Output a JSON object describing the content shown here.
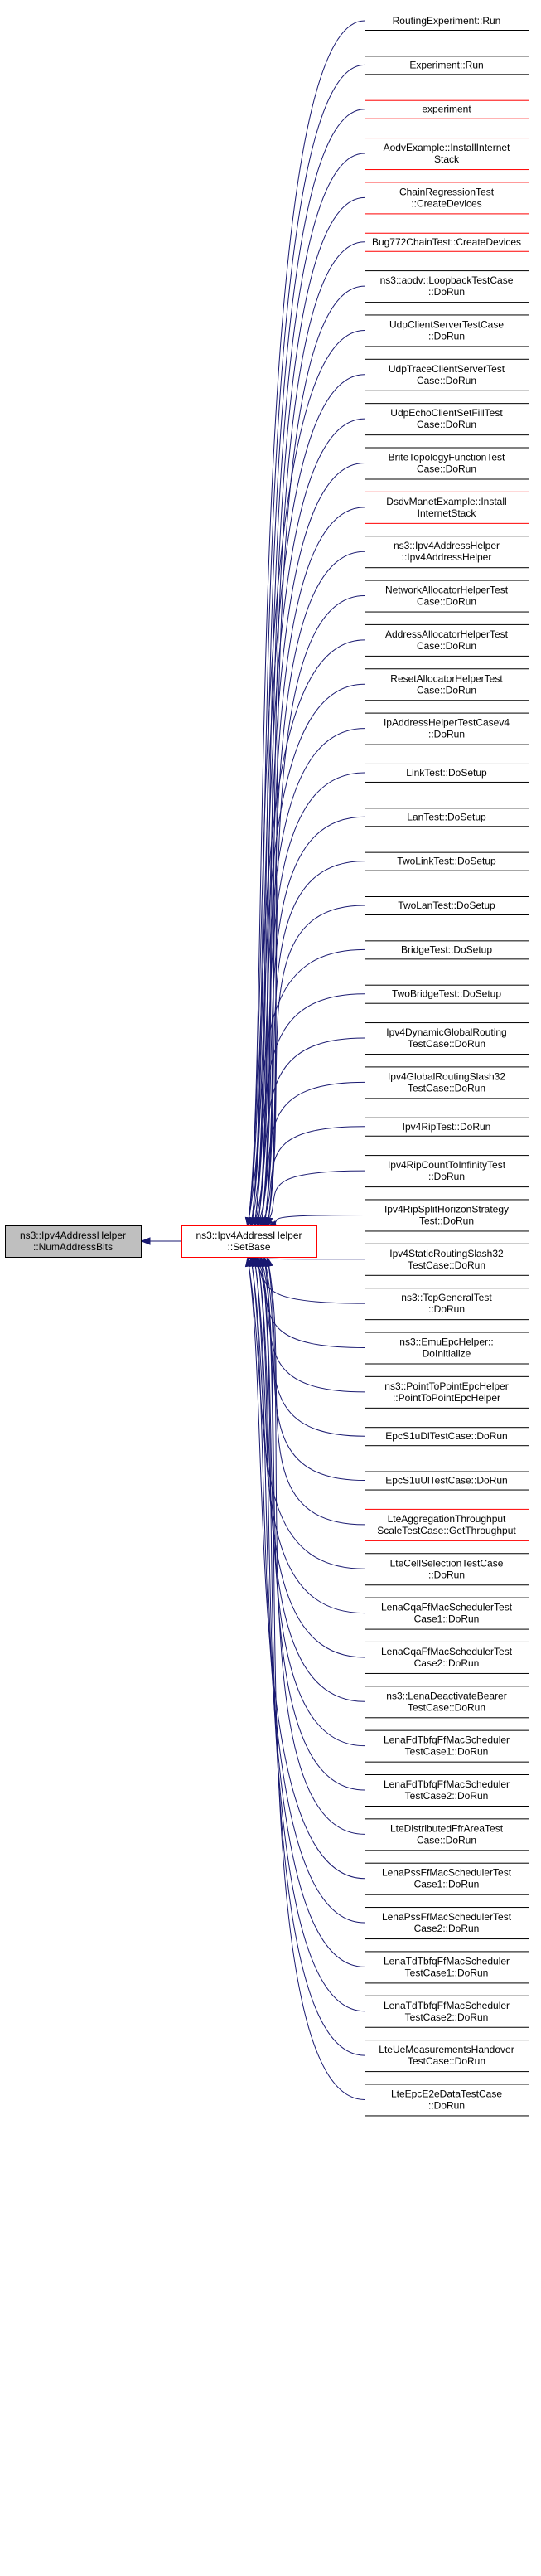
{
  "colors": {
    "edge": "#191970",
    "border_normal": "#000000",
    "border_highlight": "#ff0000",
    "fill_root": "#bfbfbf",
    "fill_default": "#ffffff"
  },
  "root": {
    "lines": [
      "ns3::Ipv4AddressHelper",
      "::NumAddressBits"
    ],
    "style": "root"
  },
  "hub": {
    "lines": [
      "ns3::Ipv4AddressHelper",
      "::SetBase"
    ],
    "style": "red"
  },
  "callers": [
    {
      "lines": [
        "RoutingExperiment::Run"
      ],
      "style": "black"
    },
    {
      "lines": [
        "Experiment::Run"
      ],
      "style": "black"
    },
    {
      "lines": [
        "experiment"
      ],
      "style": "red"
    },
    {
      "lines": [
        "AodvExample::InstallInternet",
        "Stack"
      ],
      "style": "red"
    },
    {
      "lines": [
        "ChainRegressionTest",
        "::CreateDevices"
      ],
      "style": "red"
    },
    {
      "lines": [
        "Bug772ChainTest::CreateDevices"
      ],
      "style": "red"
    },
    {
      "lines": [
        "ns3::aodv::LoopbackTestCase",
        "::DoRun"
      ],
      "style": "black"
    },
    {
      "lines": [
        "UdpClientServerTestCase",
        "::DoRun"
      ],
      "style": "black"
    },
    {
      "lines": [
        "UdpTraceClientServerTest",
        "Case::DoRun"
      ],
      "style": "black"
    },
    {
      "lines": [
        "UdpEchoClientSetFillTest",
        "Case::DoRun"
      ],
      "style": "black"
    },
    {
      "lines": [
        "BriteTopologyFunctionTest",
        "Case::DoRun"
      ],
      "style": "black"
    },
    {
      "lines": [
        "DsdvManetExample::Install",
        "InternetStack"
      ],
      "style": "red"
    },
    {
      "lines": [
        "ns3::Ipv4AddressHelper",
        "::Ipv4AddressHelper"
      ],
      "style": "black"
    },
    {
      "lines": [
        "NetworkAllocatorHelperTest",
        "Case::DoRun"
      ],
      "style": "black"
    },
    {
      "lines": [
        "AddressAllocatorHelperTest",
        "Case::DoRun"
      ],
      "style": "black"
    },
    {
      "lines": [
        "ResetAllocatorHelperTest",
        "Case::DoRun"
      ],
      "style": "black"
    },
    {
      "lines": [
        "IpAddressHelperTestCasev4",
        "::DoRun"
      ],
      "style": "black"
    },
    {
      "lines": [
        "LinkTest::DoSetup"
      ],
      "style": "black"
    },
    {
      "lines": [
        "LanTest::DoSetup"
      ],
      "style": "black"
    },
    {
      "lines": [
        "TwoLinkTest::DoSetup"
      ],
      "style": "black"
    },
    {
      "lines": [
        "TwoLanTest::DoSetup"
      ],
      "style": "black"
    },
    {
      "lines": [
        "BridgeTest::DoSetup"
      ],
      "style": "black"
    },
    {
      "lines": [
        "TwoBridgeTest::DoSetup"
      ],
      "style": "black"
    },
    {
      "lines": [
        "Ipv4DynamicGlobalRouting",
        "TestCase::DoRun"
      ],
      "style": "black"
    },
    {
      "lines": [
        "Ipv4GlobalRoutingSlash32",
        "TestCase::DoRun"
      ],
      "style": "black"
    },
    {
      "lines": [
        "Ipv4RipTest::DoRun"
      ],
      "style": "black"
    },
    {
      "lines": [
        "Ipv4RipCountToInfinityTest",
        "::DoRun"
      ],
      "style": "black"
    },
    {
      "lines": [
        "Ipv4RipSplitHorizonStrategy",
        "Test::DoRun"
      ],
      "style": "black"
    },
    {
      "lines": [
        "Ipv4StaticRoutingSlash32",
        "TestCase::DoRun"
      ],
      "style": "black"
    },
    {
      "lines": [
        "ns3::TcpGeneralTest",
        "::DoRun"
      ],
      "style": "black"
    },
    {
      "lines": [
        "ns3::EmuEpcHelper::",
        "DoInitialize"
      ],
      "style": "black"
    },
    {
      "lines": [
        "ns3::PointToPointEpcHelper",
        "::PointToPointEpcHelper"
      ],
      "style": "black"
    },
    {
      "lines": [
        "EpcS1uDlTestCase::DoRun"
      ],
      "style": "black"
    },
    {
      "lines": [
        "EpcS1uUlTestCase::DoRun"
      ],
      "style": "black"
    },
    {
      "lines": [
        "LteAggregationThroughput",
        "ScaleTestCase::GetThroughput"
      ],
      "style": "red"
    },
    {
      "lines": [
        "LteCellSelectionTestCase",
        "::DoRun"
      ],
      "style": "black"
    },
    {
      "lines": [
        "LenaCqaFfMacSchedulerTest",
        "Case1::DoRun"
      ],
      "style": "black"
    },
    {
      "lines": [
        "LenaCqaFfMacSchedulerTest",
        "Case2::DoRun"
      ],
      "style": "black"
    },
    {
      "lines": [
        "ns3::LenaDeactivateBearer",
        "TestCase::DoRun"
      ],
      "style": "black"
    },
    {
      "lines": [
        "LenaFdTbfqFfMacScheduler",
        "TestCase1::DoRun"
      ],
      "style": "black"
    },
    {
      "lines": [
        "LenaFdTbfqFfMacScheduler",
        "TestCase2::DoRun"
      ],
      "style": "black"
    },
    {
      "lines": [
        "LteDistributedFfrAreaTest",
        "Case::DoRun"
      ],
      "style": "black"
    },
    {
      "lines": [
        "LenaPssFfMacSchedulerTest",
        "Case1::DoRun"
      ],
      "style": "black"
    },
    {
      "lines": [
        "LenaPssFfMacSchedulerTest",
        "Case2::DoRun"
      ],
      "style": "black"
    },
    {
      "lines": [
        "LenaTdTbfqFfMacScheduler",
        "TestCase1::DoRun"
      ],
      "style": "black"
    },
    {
      "lines": [
        "LenaTdTbfqFfMacScheduler",
        "TestCase2::DoRun"
      ],
      "style": "black"
    },
    {
      "lines": [
        "LteUeMeasurementsHandover",
        "TestCase::DoRun"
      ],
      "style": "black"
    },
    {
      "lines": [
        "LteEpcE2eDataTestCase",
        "::DoRun"
      ],
      "style": "black"
    }
  ]
}
